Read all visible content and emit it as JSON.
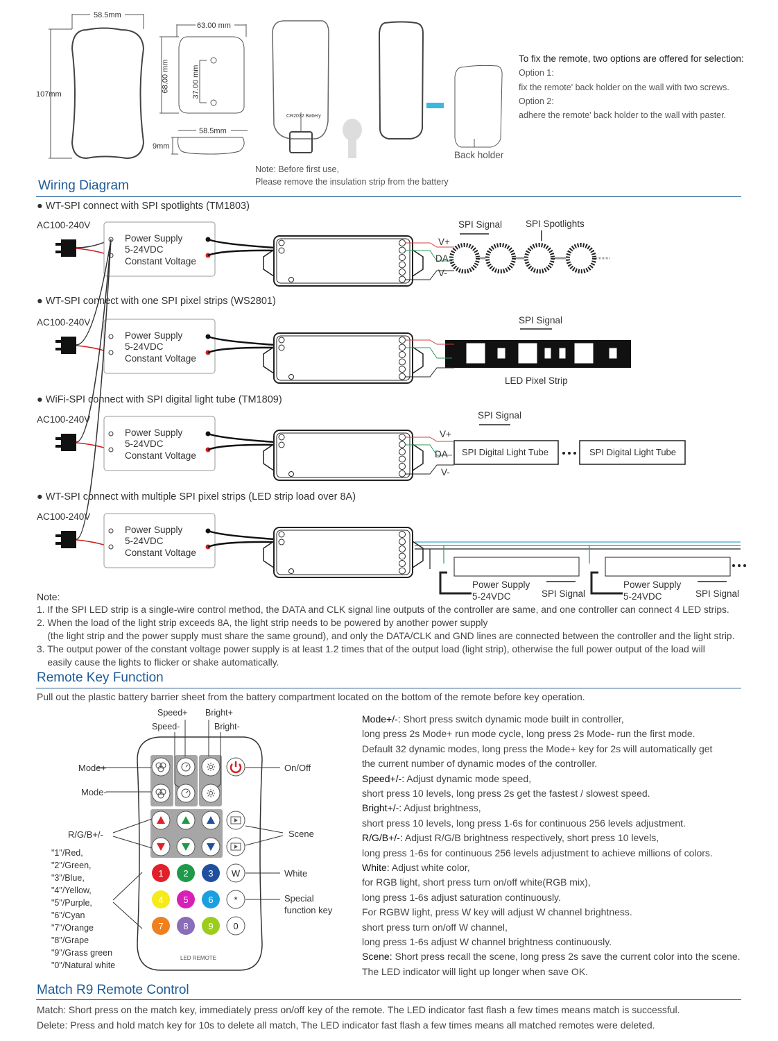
{
  "dimensions": {
    "width": "58.5mm",
    "height": "107mm",
    "holder_width": "63.00 mm",
    "holder_height": "68.00 mm",
    "screw_spacing": "37.00 mm",
    "side_width": "58.5mm",
    "thickness": "9mm",
    "battery": "CR2032 Battery",
    "back_holder": "Back holder"
  },
  "battery_note": [
    "Note: Before first use,",
    "Please remove the insulation strip from the battery"
  ],
  "fixing": {
    "title": "To fix the remote, two options are offered for selection:",
    "lines": [
      "Option 1:",
      "fix the remote' back holder on the wall with two screws.",
      "Option 2:",
      "adhere the remote' back holder to the wall with paster."
    ]
  },
  "wiring": {
    "title": "Wiring Diagram",
    "ac": "AC100-240V",
    "psu": [
      "Power Supply",
      "5-24VDC",
      "Constant Voltage"
    ],
    "rows": [
      {
        "title": "WT-SPI connect with SPI spotlights (TM1803)",
        "signal": "SPI Signal",
        "load": "SPI Spotlights",
        "vplus": "V+",
        "da": "DA",
        "vminus": "V-"
      },
      {
        "title": "WT-SPI connect with one SPI pixel strips (WS2801)",
        "signal": "SPI Signal",
        "load": "LED Pixel Strip"
      },
      {
        "title": "WiFi-SPI connect with SPI digital light tube (TM1809)",
        "signal": "SPI Signal",
        "load": "SPI Digital Light Tube",
        "vplus": "V+",
        "da": "DA",
        "vminus": "V-"
      },
      {
        "title": "WT-SPI connect with multiple SPI pixel strips (LED strip load over 8A)",
        "psu": "Power Supply",
        "volt": "5-24VDC",
        "signal": "SPI Signal"
      }
    ]
  },
  "notes": {
    "title": "Note:",
    "lines": [
      "1. If the SPI LED strip is a single-wire control method, the DATA and CLK signal line outputs of the controller are same, and one controller can connect 4 LED strips.",
      "2. When the load of the light strip exceeds 8A, the light strip needs to be powered by another power supply",
      "    (the light strip and the power supply must share the same ground), and only the DATA/CLK and GND lines are connected between the controller and the light strip.",
      "3. The output power of the constant voltage power supply is at least 1.2 times that of the output load (light strip), otherwise the full power output of the load will",
      "    easily cause the lights to flicker or shake automatically."
    ]
  },
  "remote": {
    "title": "Remote Key Function",
    "intro": "Pull out the plastic battery barrier sheet from the battery compartment located on the bottom of the remote before key operation.",
    "labels": {
      "speed_plus": "Speed+",
      "speed_minus": "Speed-",
      "bright_plus": "Bright+",
      "bright_minus": "Bright-",
      "mode_plus": "Mode+",
      "mode_minus": "Mode-",
      "rgb": "R/G/B+/-",
      "on_off": "On/Off",
      "scene": "Scene",
      "white": "White",
      "special1": "Special",
      "special2": "function key",
      "brand": "LED REMOTE"
    },
    "numbers": [
      "\"1\"/Red,",
      "\"2\"/Green,",
      "\"3\"/Blue,",
      "\"4\"/Yellow,",
      "\"5\"/Purple,",
      "\"6\"/Cyan",
      "\"7\"/Orange",
      "\"8\"/Grape",
      "\"9\"/Grass green",
      "\"0\"/Natural white"
    ],
    "keys": [
      {
        "label": "1",
        "color": "#e0202a"
      },
      {
        "label": "2",
        "color": "#1e9a4a"
      },
      {
        "label": "3",
        "color": "#1f4f9e"
      },
      {
        "label": "W",
        "color": "#ffffff"
      },
      {
        "label": "4",
        "color": "#f5ea1a"
      },
      {
        "label": "5",
        "color": "#d81fb8"
      },
      {
        "label": "6",
        "color": "#1aa0e0"
      },
      {
        "label": "*",
        "color": "#ffffff"
      },
      {
        "label": "7",
        "color": "#f07f1e"
      },
      {
        "label": "8",
        "color": "#8a6cb8"
      },
      {
        "label": "9",
        "color": "#9ccc1e"
      },
      {
        "label": "0",
        "color": "#ffffff"
      }
    ],
    "functions": [
      {
        "b": "Mode+/-:",
        "t": " Short press switch dynamic mode built in controller,"
      },
      {
        "b": "",
        "t": "long press 2s Mode+ run mode cycle, long press 2s Mode- run the first mode."
      },
      {
        "b": "",
        "t": "Default 32 dynamic modes, long press the Mode+ key for 2s will automatically get"
      },
      {
        "b": "",
        "t": "the current number of dynamic modes of the controller."
      },
      {
        "b": "Speed+/-:",
        "t": " Adjust dynamic mode speed,"
      },
      {
        "b": "",
        "t": "short press 10 levels, long press 2s get the fastest / slowest speed."
      },
      {
        "b": "Bright+/-:",
        "t": " Adjust brightness,"
      },
      {
        "b": "",
        "t": "short press 10 levels, long press 1-6s for continuous 256 levels adjustment."
      },
      {
        "b": "R/G/B+/-:",
        "t": " Adjust R/G/B brightness respectively, short press 10 levels,"
      },
      {
        "b": "",
        "t": "long press 1-6s for continuous 256 levels adjustment to achieve millions of colors."
      },
      {
        "b": "White:",
        "t": " Adjust white color,"
      },
      {
        "b": "",
        "t": "for RGB light, short press turn on/off white(RGB mix),"
      },
      {
        "b": "",
        "t": "long press 1-6s adjust saturation continuously."
      },
      {
        "b": "",
        "t": "For RGBW light, press W key will adjust W channel brightness."
      },
      {
        "b": "",
        "t": "short press turn on/off W channel,"
      },
      {
        "b": "",
        "t": "long press 1-6s adjust W channel brightness continuously."
      },
      {
        "b": "Scene:",
        "t": " Short press recall the scene, long press 2s save the current color into the scene."
      },
      {
        "b": "",
        "t": "The LED indicator will light up longer when save OK."
      }
    ]
  },
  "match": {
    "title": "Match R9 Remote Control",
    "lines": [
      "Match: Short press on the match key, immediately press on/off key  of the remote. The LED indicator fast flash a few times means match is successful.",
      "Delete: Press and hold match key for 10s to delete all match, The LED indicator fast flash a few times means all matched remotes were deleted."
    ]
  },
  "colors": {
    "heading": "#1d5a96",
    "power": "#e0202a"
  }
}
